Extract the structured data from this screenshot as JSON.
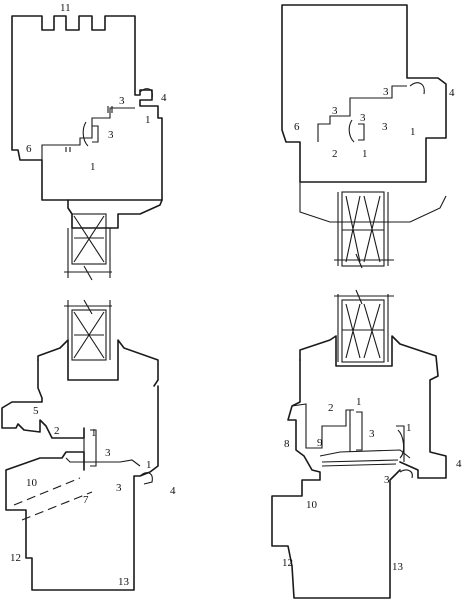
{
  "figure": {
    "labels_top_left": [
      "11",
      "4",
      "3",
      "1",
      "3",
      "6",
      "1"
    ],
    "labels_top_right": [
      "3",
      "4",
      "3",
      "6",
      "3",
      "3",
      "1",
      "2",
      "1"
    ],
    "labels_bottom_left": [
      "5",
      "2",
      "1",
      "3",
      "1",
      "10",
      "7",
      "3",
      "4",
      "12",
      "13"
    ],
    "labels_bottom_right": [
      "2",
      "1",
      "8",
      "9",
      "3",
      "1",
      "4",
      "3",
      "10",
      "12",
      "13"
    ]
  }
}
